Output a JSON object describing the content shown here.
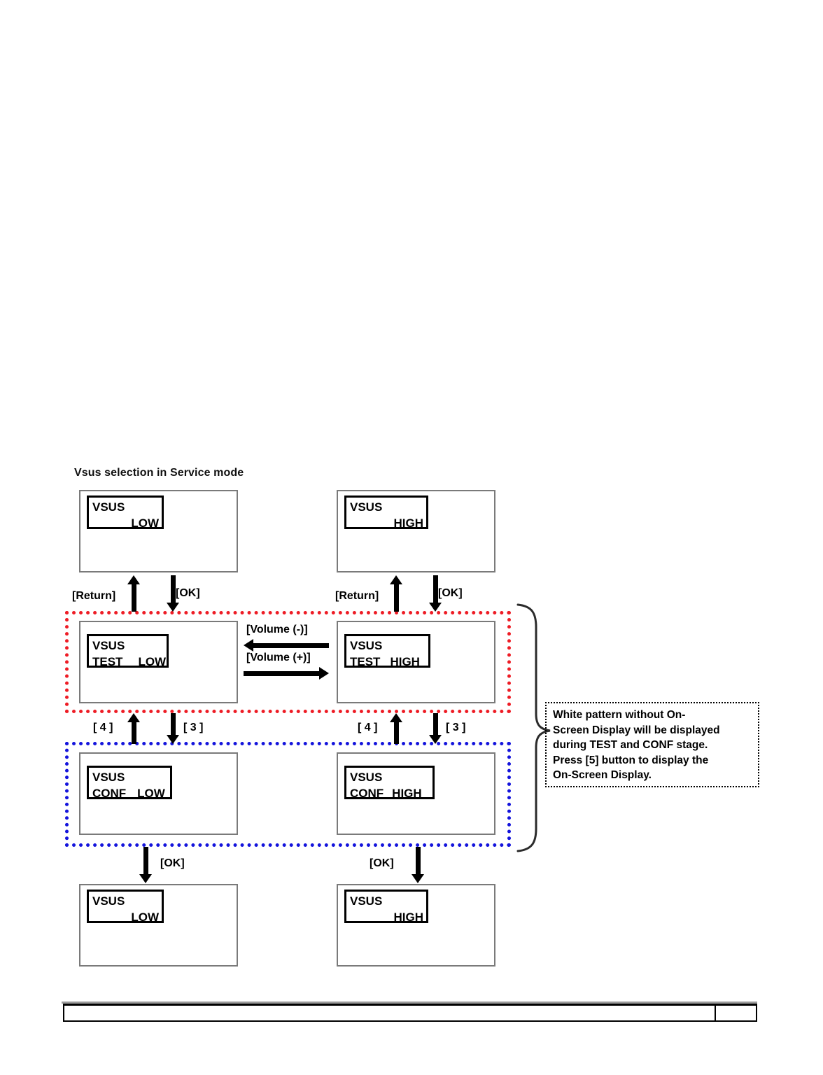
{
  "diagram": {
    "title": "Vsus selection in Service mode",
    "screens": [
      {
        "id": "normal-low",
        "osd_line1": "VSUS",
        "osd_line2": "LOW",
        "osd_prefix": "",
        "align": "right"
      },
      {
        "id": "normal-high",
        "osd_line1": "VSUS",
        "osd_line2": "HIGH",
        "osd_prefix": "",
        "align": "right"
      },
      {
        "id": "test-low",
        "osd_line1": "VSUS",
        "osd_line2": "LOW",
        "osd_prefix": "TEST",
        "align": "left"
      },
      {
        "id": "test-high",
        "osd_line1": "VSUS",
        "osd_line2": "HIGH",
        "osd_prefix": "TEST",
        "align": "left"
      },
      {
        "id": "conf-low",
        "osd_line1": "VSUS",
        "osd_line2": "LOW",
        "osd_prefix": "CONF",
        "align": "left"
      },
      {
        "id": "conf-high",
        "osd_line1": "VSUS",
        "osd_line2": "HIGH",
        "osd_prefix": "CONF",
        "align": "left"
      },
      {
        "id": "final-low",
        "osd_line1": "VSUS",
        "osd_line2": "LOW",
        "osd_prefix": "",
        "align": "right"
      },
      {
        "id": "final-high",
        "osd_line1": "VSUS",
        "osd_line2": "HIGH",
        "osd_prefix": "",
        "align": "right"
      }
    ],
    "transitions": {
      "return_left": "[Return]",
      "ok_left": "[OK]",
      "return_right": "[Return]",
      "ok_right": "[OK]",
      "volume_minus": "[Volume (-)]",
      "volume_plus": "[Volume (+)]",
      "key4_left": "[ 4 ]",
      "key3_left": "[ 3 ]",
      "key4_right": "[ 4 ]",
      "key3_right": "[ 3 ]",
      "ok_bottom_left": "[OK]",
      "ok_bottom_right": "[OK]"
    },
    "callout": {
      "line1": "White pattern without On-",
      "line2": "Screen Display will be displayed",
      "line3": "during TEST and CONF stage.",
      "line4": "Press [5] button to display the",
      "line5": "On-Screen Display."
    },
    "colors": {
      "test_group_border": "#ee1c25",
      "conf_group_border": "#1414dc",
      "screen_border": "#7a7a7a",
      "osd_border": "#000000"
    }
  }
}
